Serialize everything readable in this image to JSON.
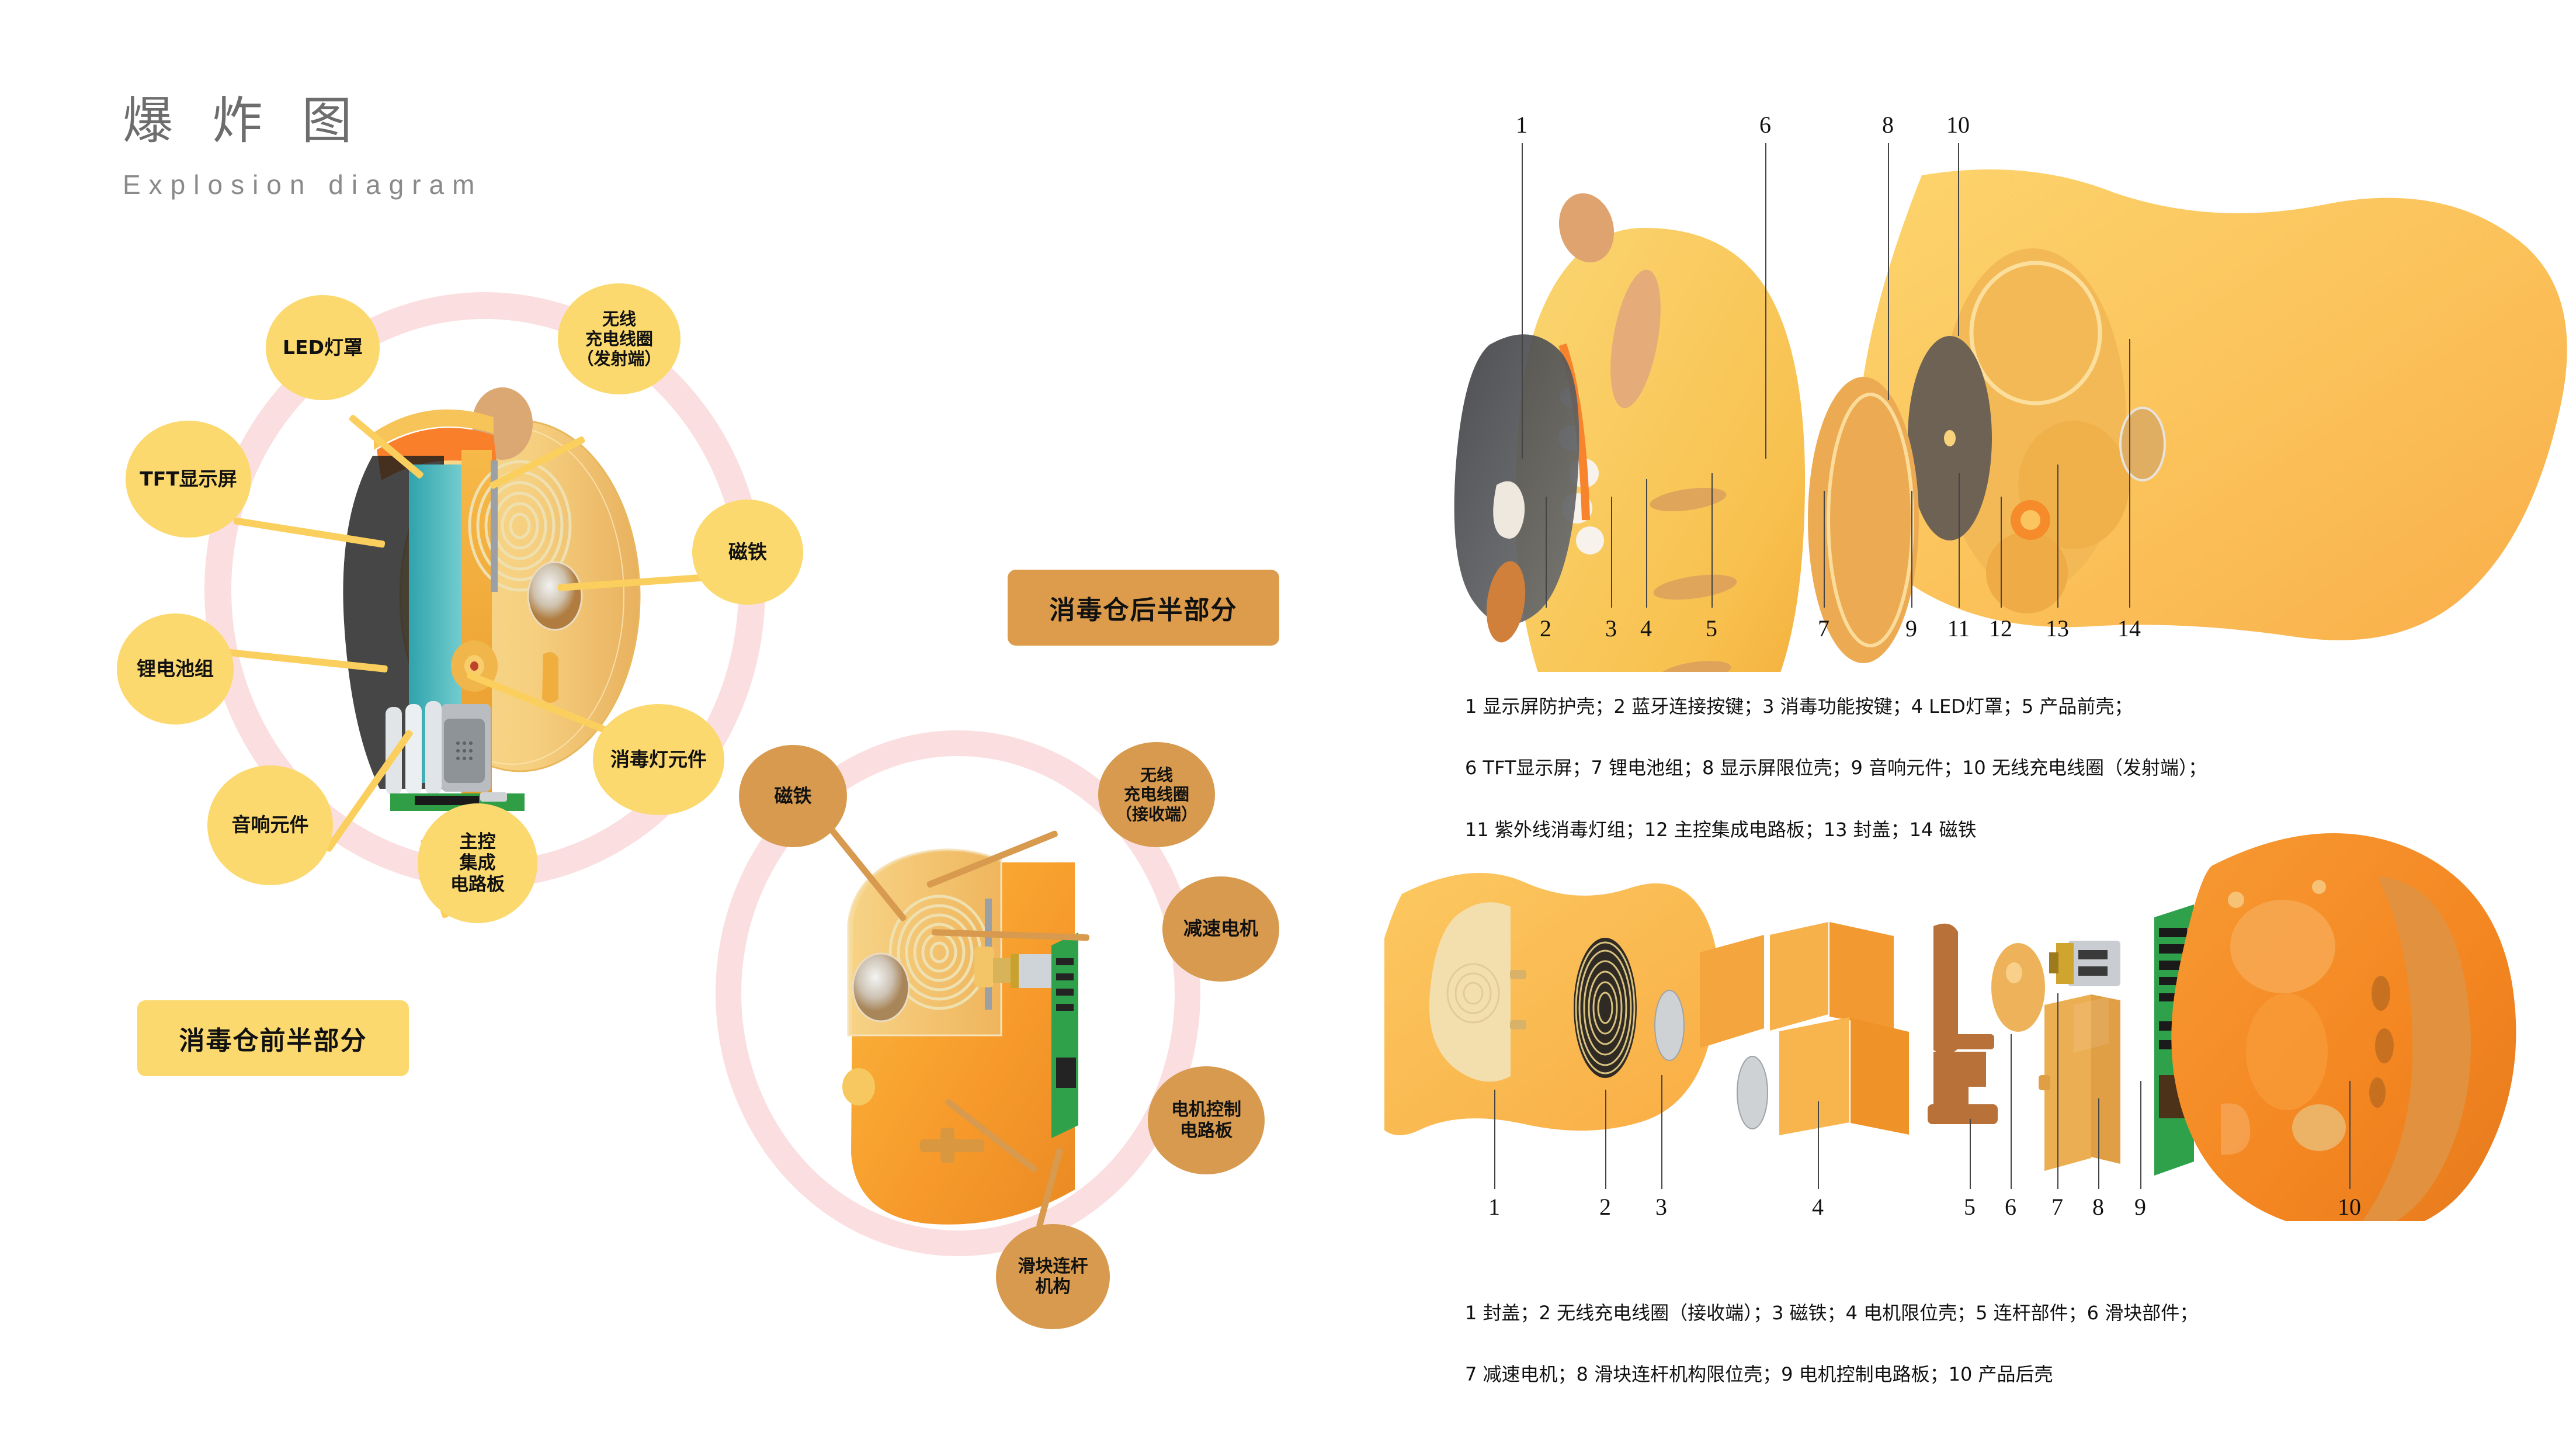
{
  "header": {
    "title": "爆 炸 图",
    "subtitle": "Explosion diagram"
  },
  "front_section": {
    "banner_label": "消毒仓前半部分",
    "bubbles": [
      {
        "label": "LED灯罩"
      },
      {
        "label": "无线\n充电线圈\n（发射端）"
      },
      {
        "label": "TFT显示屏"
      },
      {
        "label": "磁铁"
      },
      {
        "label": "锂电池组"
      },
      {
        "label": "消毒灯元件"
      },
      {
        "label": "音响元件"
      },
      {
        "label": "主控\n集成\n电路板"
      }
    ]
  },
  "rear_section": {
    "banner_label": "消毒仓后半部分",
    "bubbles": [
      {
        "label": "磁铁"
      },
      {
        "label": "无线\n充电线圈\n（接收端）"
      },
      {
        "label": "减速电机"
      },
      {
        "label": "电机控制\n电路板"
      },
      {
        "label": "滑块连杆\n机构"
      }
    ]
  },
  "explosion_top": {
    "numbers_top": [
      "1",
      "6",
      "8",
      "10"
    ],
    "numbers_bottom": [
      "2",
      "3",
      "4",
      "5",
      "7",
      "9",
      "11",
      "12",
      "13",
      "14"
    ],
    "legend_line1": "1 显示屏防护壳；2 蓝牙连接按键；3 消毒功能按键；4 LED灯罩；5 产品前壳；",
    "legend_line2": "6 TFT显示屏；7 锂电池组；8 显示屏限位壳；9 音响元件；10 无线充电线圈（发射端）；",
    "legend_line3": "11 紫外线消毒灯组；12 主控集成电路板；13 封盖；14 磁铁"
  },
  "explosion_bottom": {
    "numbers_bottom": [
      "1",
      "2",
      "3",
      "4",
      "5",
      "6",
      "7",
      "8",
      "9",
      "10"
    ],
    "legend_line1": "1 封盖；2 无线充电线圈（接收端）；3 磁铁；4 电机限位壳；5 连杆部件；6 滑块部件；",
    "legend_line2": "7 减速电机；8 滑块连杆机构限位壳；9 电机控制电路板；10 产品后壳"
  },
  "colors": {
    "bubble_yellow": "#fbd96e",
    "bubble_orange": "#d79a4e",
    "ring_pink": "#fbdfe0",
    "banner_yellow": "#fbd96e",
    "banner_orange": "#dd9c4b",
    "title_gray": "#6d6d6d"
  }
}
